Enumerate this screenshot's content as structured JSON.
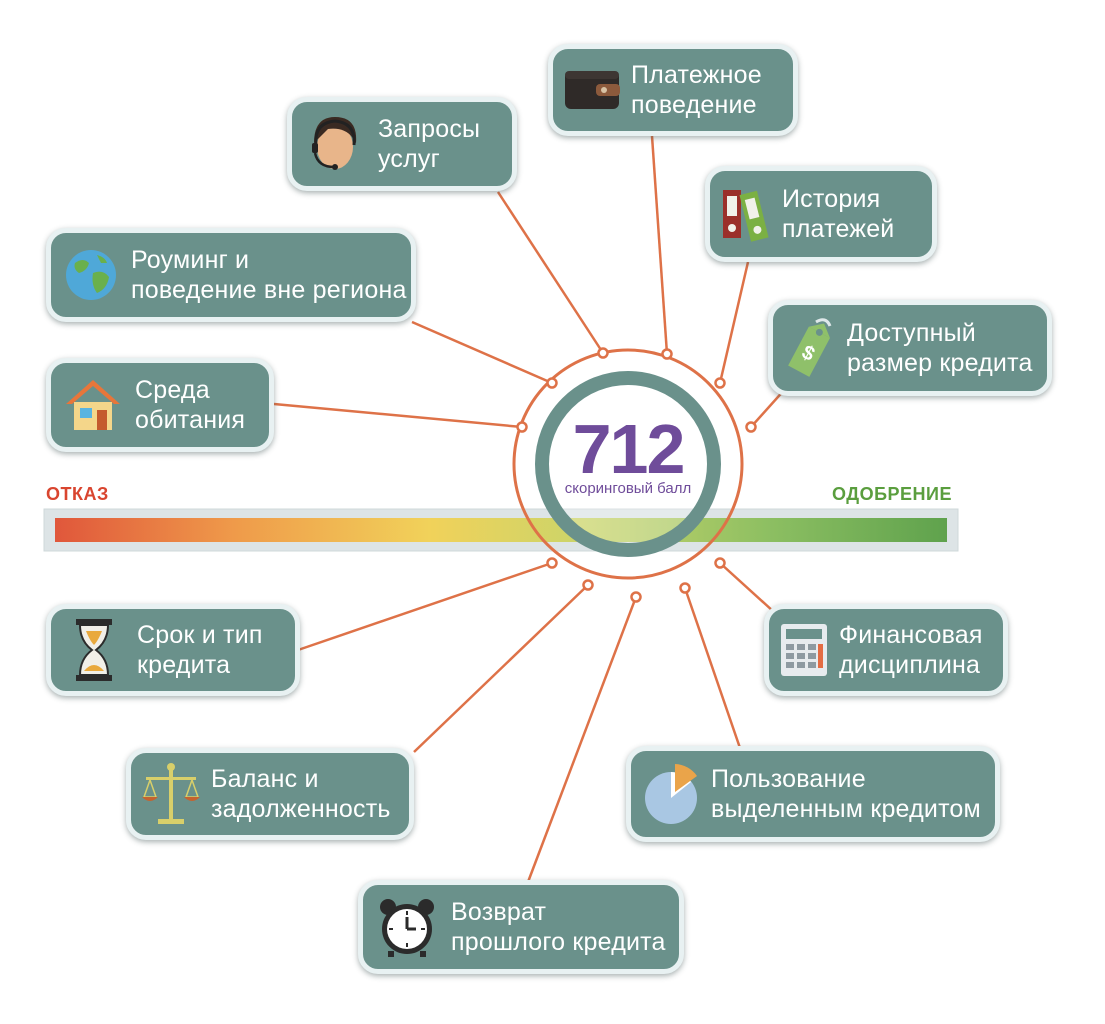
{
  "score": {
    "value": "712",
    "caption": "скоринговый балл"
  },
  "scale": {
    "left_label": "ОТКАЗ",
    "right_label": "ОДОБРЕНИЕ",
    "left_color": "#d9452f",
    "right_color": "#5a9e3e",
    "gradient": [
      "#e0573b",
      "#ef9a4a",
      "#f1d25a",
      "#c9d46a",
      "#8dbf62",
      "#5fa24d"
    ]
  },
  "colors": {
    "box": "#6a918b",
    "connector": "#de7248",
    "ring": "#6a918b",
    "score": "#6f4c9a"
  },
  "factors": [
    {
      "id": "payment-behavior",
      "icon": "wallet-icon",
      "lines": [
        "Платежное",
        "поведение"
      ]
    },
    {
      "id": "service-requests",
      "icon": "call-center-operator-icon",
      "lines": [
        "Запросы",
        "услуг"
      ]
    },
    {
      "id": "payment-history",
      "icon": "binders-icon",
      "lines": [
        "История",
        "платежей"
      ]
    },
    {
      "id": "roaming",
      "icon": "globe-icon",
      "lines": [
        "Роуминг и",
        "поведение вне региона"
      ]
    },
    {
      "id": "available-credit",
      "icon": "price-tag-icon",
      "lines": [
        "Доступный",
        "размер кредита"
      ]
    },
    {
      "id": "living-environment",
      "icon": "house-icon",
      "lines": [
        "Среда",
        "обитания"
      ]
    },
    {
      "id": "term-type",
      "icon": "hourglass-icon",
      "lines": [
        "Срок и тип",
        "кредита"
      ]
    },
    {
      "id": "financial-discipline",
      "icon": "calculator-icon",
      "lines": [
        "Финансовая",
        "дисциплина"
      ]
    },
    {
      "id": "balance-debt",
      "icon": "scales-icon",
      "lines": [
        "Баланс и",
        "задолженность"
      ]
    },
    {
      "id": "credit-usage",
      "icon": "pie-chart-icon",
      "lines": [
        "Пользование",
        "выделенным кредитом"
      ]
    },
    {
      "id": "previous-repayment",
      "icon": "alarm-clock-icon",
      "lines": [
        "Возврат",
        "прошлого кредита"
      ]
    }
  ]
}
